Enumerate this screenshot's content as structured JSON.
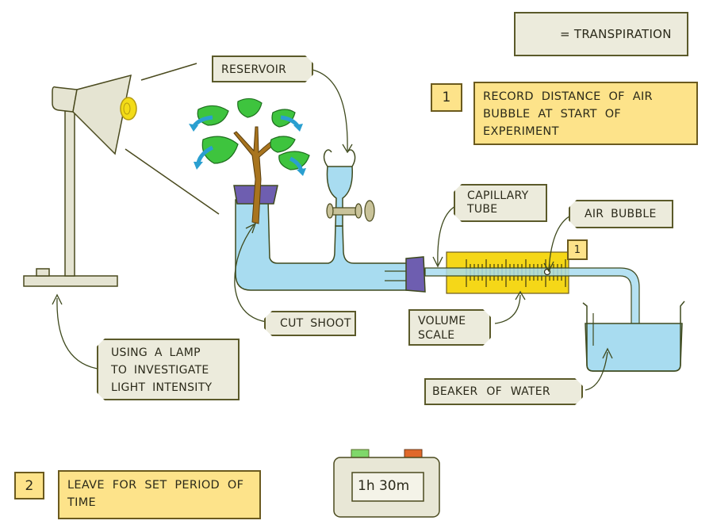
{
  "legend": {
    "icon": "curved-arrow-icon",
    "text": "= TRANSPIRATION"
  },
  "steps": [
    {
      "number": "1",
      "text": "RECORD DISTANCE OF AIR BUBBLE AT START OF EXPERIMENT"
    },
    {
      "number": "2",
      "text": "LEAVE FOR SET PERIOD OF TIME"
    }
  ],
  "labels": {
    "reservoir": "RESERVOIR",
    "capillary_tube_line1": "CAPILLARY",
    "capillary_tube_line2": "TUBE",
    "air_bubble": "AIR BUBBLE",
    "cut_shoot": "CUT SHOOT",
    "volume_scale_line1": "VOLUME",
    "volume_scale_line2": "SCALE",
    "beaker_of_water": "BEAKER OF WATER",
    "lamp_line1": "USING A LAMP",
    "lamp_line2": "TO INVESTIGATE",
    "lamp_line3": "LIGHT INTENSITY"
  },
  "scale_marker": "1",
  "timer": {
    "display": "1h 30m"
  },
  "colors": {
    "water": "#a8dcf0",
    "leaf": "#3ec43e",
    "stem": "#a8741e",
    "bung": "#6e5eb0",
    "scale": "#f5d718",
    "note": "#fde38a",
    "tag": "#ecebdc",
    "arrow": "#2a9fd0",
    "outline": "#3f4a1e"
  }
}
